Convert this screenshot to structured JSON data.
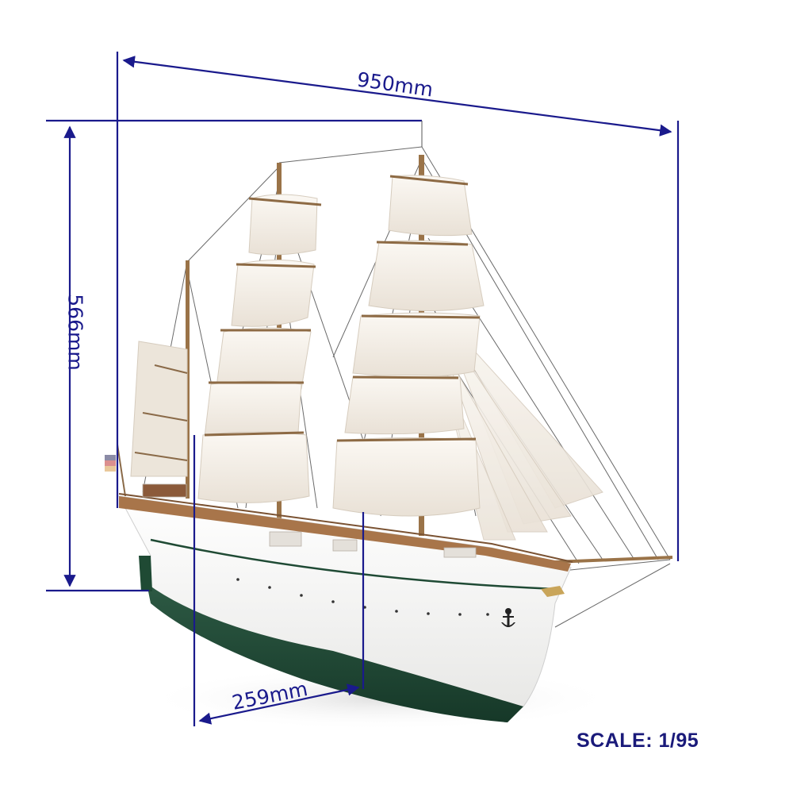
{
  "image": {
    "subject": "Three-masted sailing ship model (barque) with white hull and green waterline, anchor emblem on bow, flag at stern",
    "background": "#ffffff"
  },
  "dimensions": {
    "length": {
      "label": "950mm",
      "value": 950,
      "unit": "mm"
    },
    "height": {
      "label": "566mm",
      "value": 566,
      "unit": "mm"
    },
    "beam": {
      "label": "259mm",
      "value": 259,
      "unit": "mm"
    }
  },
  "scale": {
    "label": "SCALE: 1/95",
    "ratio": "1/95"
  },
  "colors": {
    "annotation": "#1a1a8c",
    "sail": "#f3ede4",
    "hull_white": "#f6f6f4",
    "hull_green": "#1f4a34",
    "deck_wood": "#a8754a",
    "spar_wood": "#9a7348",
    "rigging": "#555555"
  }
}
